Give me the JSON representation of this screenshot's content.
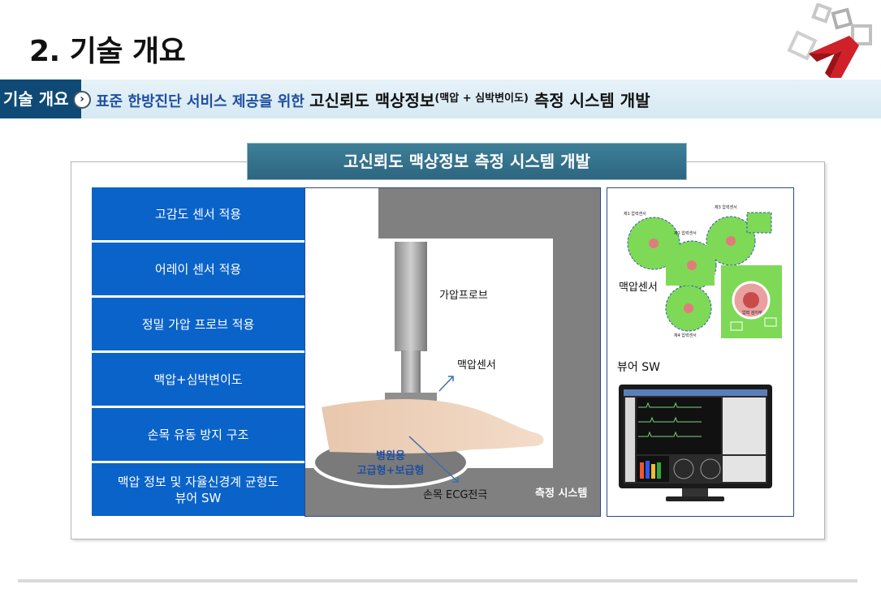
{
  "page": {
    "title": "2. 기술 개요"
  },
  "banner": {
    "tag": "기술 개요",
    "arrow_icon": "circle-arrow-right-icon",
    "text_part1": "표준 한방진단 서비스 제공을 위한 ",
    "text_part2": "고신뢰도 맥상정보",
    "text_sub": "(맥압 + 심박변이도)",
    "text_part3": " 측정 시스템 개발"
  },
  "section": {
    "header": "고신뢰도 맥상정보 측정 시스템 개발"
  },
  "features": [
    {
      "label": "고감도 센서 적용"
    },
    {
      "label": "어레이 센서 적용"
    },
    {
      "label": "정밀 가압 프로브 적용"
    },
    {
      "label": "맥압+심박변이도"
    },
    {
      "label": "손목 유동 방지 구조"
    },
    {
      "label_line1": "맥압 정보 및 자율신경계 균형도",
      "label_line2": "뷰어 SW"
    }
  ],
  "diagram": {
    "probe_label": "가압프로브",
    "sensor_label": "맥압센서",
    "base_label_line1": "병원용",
    "base_label_line2": "고급형+보급형",
    "electrode_label": "손목 ECG전극",
    "system_label": "측정 시스템"
  },
  "right_panel": {
    "sensor_label": "맥압센서",
    "viewer_label": "뷰어 SW",
    "sensor_board": {
      "ch1": "제1 압력센서",
      "ch2": "제2 압력센서",
      "ch3": "제3 압력센서",
      "ch4": "제4 압력센서",
      "center": "압력 검지부"
    }
  },
  "colors": {
    "feature_blue": "#0a63c9",
    "banner_tag": "#0f4a76",
    "header_teal": "#2d6680",
    "frame_gray": "#808080",
    "sensor_green": "#7ed957"
  }
}
